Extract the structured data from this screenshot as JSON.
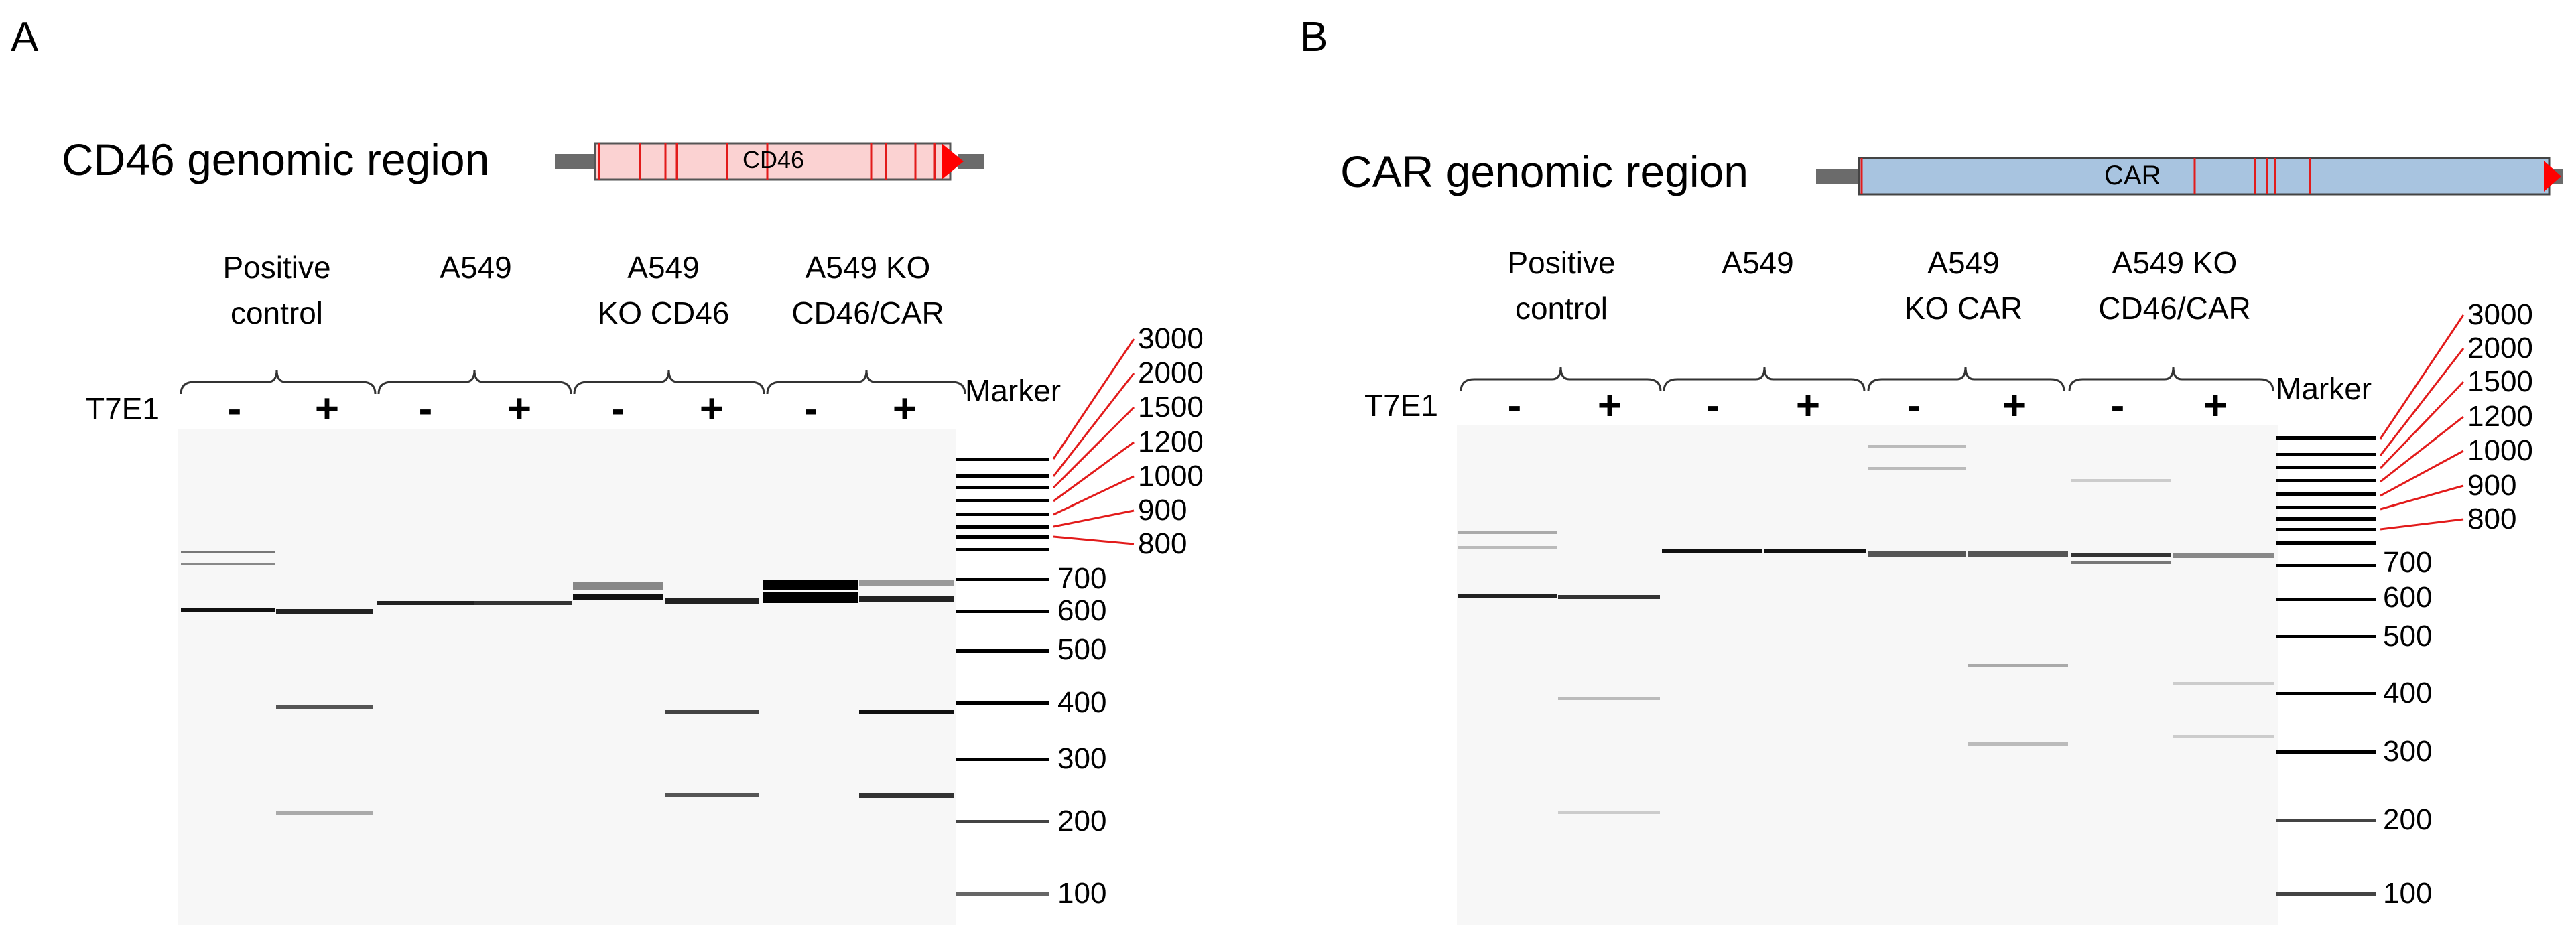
{
  "panel_a": {
    "letter": "A",
    "title": "CD46 genomic region",
    "gene_label": "CD46",
    "t7e1_label": "T7E1",
    "marker_label": "Marker",
    "groups": [
      {
        "line1": "Positive",
        "line2": "control"
      },
      {
        "line1": "A549",
        "line2": ""
      },
      {
        "line1": "A549",
        "line2": "KO CD46"
      },
      {
        "line1": "A549 KO",
        "line2": "CD46/CAR"
      }
    ],
    "treatments": [
      "-",
      "+",
      "-",
      "+",
      "-",
      "+",
      "-",
      "+"
    ],
    "ladder_labels": [
      "700",
      "600",
      "500",
      "400",
      "300",
      "200",
      "100"
    ],
    "callout_labels": [
      "3000",
      "2000",
      "1500",
      "1200",
      "1000",
      "900",
      "800"
    ]
  },
  "panel_b": {
    "letter": "B",
    "title": "CAR genomic region",
    "gene_label": "CAR",
    "t7e1_label": "T7E1",
    "marker_label": "Marker",
    "groups": [
      {
        "line1": "Positive",
        "line2": "control"
      },
      {
        "line1": "A549",
        "line2": ""
      },
      {
        "line1": "A549",
        "line2": "KO CAR"
      },
      {
        "line1": "A549 KO",
        "line2": "CD46/CAR"
      }
    ],
    "treatments": [
      "-",
      "+",
      "-",
      "+",
      "-",
      "+",
      "-",
      "+"
    ],
    "ladder_labels": [
      "700",
      "600",
      "500",
      "400",
      "300",
      "200",
      "100"
    ],
    "callout_labels": [
      "3000",
      "2000",
      "1500",
      "1200",
      "1000",
      "900",
      "800"
    ]
  },
  "colors": {
    "cd46_box": "#fbd2d2",
    "car_box": "#a8c4e0",
    "exon_line": "#e21b1b",
    "callout": "#e21b1b",
    "arrow_red": "#ff0000",
    "flank_gray": "#6b6b6b",
    "band": "#111111"
  }
}
